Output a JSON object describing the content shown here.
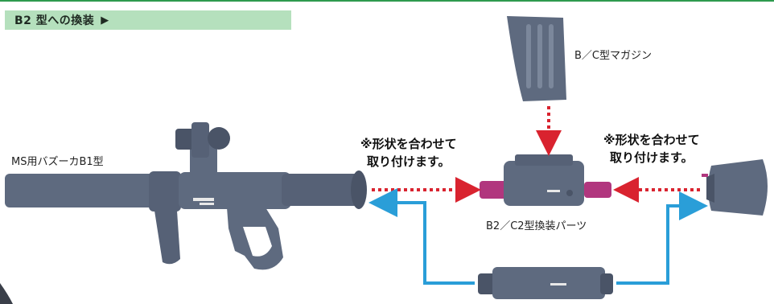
{
  "header": {
    "title": "B2 型への換装",
    "marker": "▶"
  },
  "labels": {
    "bazooka": "MS用バズーカB1型",
    "magazine": "B／C型マガジン",
    "conversion_parts": "B2／C2型換装パーツ"
  },
  "notes": {
    "left": {
      "line1": "※形状を合わせて",
      "line2": "取り付けます。"
    },
    "right": {
      "line1": "※形状を合わせて",
      "line2": "取り付けます。"
    }
  },
  "colors": {
    "part_gray": "#5e6a7f",
    "part_dark": "#4a5467",
    "part_light": "#7b879b",
    "header_band": "#b5e0bd",
    "top_rule": "#2e9a4e",
    "dotted_arrow": "#d9232f",
    "blue_line": "#2a9ed8",
    "accent_pink": "#b1367e"
  },
  "icons": [
    "dotted-arrow-icon",
    "flow-line-icon",
    "play-triangle-icon"
  ]
}
